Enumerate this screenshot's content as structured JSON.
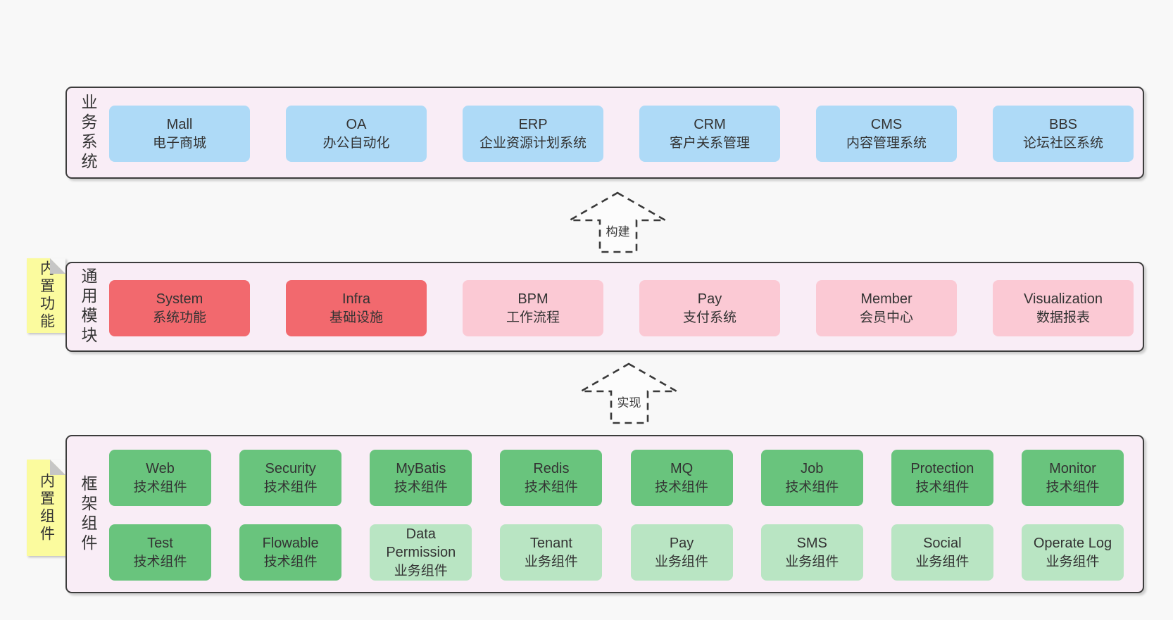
{
  "colors": {
    "page_bg": "#f8f8f8",
    "band_bg": "#f9edf6",
    "band_border": "#3c3c3c",
    "blue": "#aedaf7",
    "red": "#f2696e",
    "pink": "#fbc9d4",
    "green": "#69c47d",
    "green_light": "#b9e5c3",
    "note_bg": "#fbfb9e",
    "note_fold": "#c6c6c6",
    "arrow_stroke": "#3a3a3a",
    "arrow_fill": "#fcfcfc",
    "text": "#333333"
  },
  "bands": [
    {
      "id": "business",
      "label": "业务系统",
      "note": null,
      "rows": [
        [
          {
            "title": "Mall",
            "subtitle": "电子商城",
            "color": "blue"
          },
          {
            "title": "OA",
            "subtitle": "办公自动化",
            "color": "blue"
          },
          {
            "title": "ERP",
            "subtitle": "企业资源计划系统",
            "color": "blue"
          },
          {
            "title": "CRM",
            "subtitle": "客户关系管理",
            "color": "blue"
          },
          {
            "title": "CMS",
            "subtitle": "内容管理系统",
            "color": "blue"
          },
          {
            "title": "BBS",
            "subtitle": "论坛社区系统",
            "color": "blue"
          }
        ]
      ]
    },
    {
      "id": "modules",
      "label": "通用模块",
      "note": "内置功能",
      "rows": [
        [
          {
            "title": "System",
            "subtitle": "系统功能",
            "color": "red"
          },
          {
            "title": "Infra",
            "subtitle": "基础设施",
            "color": "red"
          },
          {
            "title": "BPM",
            "subtitle": "工作流程",
            "color": "pink"
          },
          {
            "title": "Pay",
            "subtitle": "支付系统",
            "color": "pink"
          },
          {
            "title": "Member",
            "subtitle": "会员中心",
            "color": "pink"
          },
          {
            "title": "Visualization",
            "subtitle": "数据报表",
            "color": "pink"
          }
        ]
      ]
    },
    {
      "id": "components",
      "label": "框架组件",
      "note": "内置组件",
      "rows": [
        [
          {
            "title": "Web",
            "subtitle": "技术组件",
            "color": "green"
          },
          {
            "title": "Security",
            "subtitle": "技术组件",
            "color": "green"
          },
          {
            "title": "MyBatis",
            "subtitle": "技术组件",
            "color": "green"
          },
          {
            "title": "Redis",
            "subtitle": "技术组件",
            "color": "green"
          },
          {
            "title": "MQ",
            "subtitle": "技术组件",
            "color": "green"
          },
          {
            "title": "Job",
            "subtitle": "技术组件",
            "color": "green"
          },
          {
            "title": "Protection",
            "subtitle": "技术组件",
            "color": "green"
          },
          {
            "title": "Monitor",
            "subtitle": "技术组件",
            "color": "green"
          }
        ],
        [
          {
            "title": "Test",
            "subtitle": "技术组件",
            "color": "green"
          },
          {
            "title": "Flowable",
            "subtitle": "技术组件",
            "color": "green"
          },
          {
            "title": "Data Permission",
            "subtitle": "业务组件",
            "color": "green-light"
          },
          {
            "title": "Tenant",
            "subtitle": "业务组件",
            "color": "green-light"
          },
          {
            "title": "Pay",
            "subtitle": "业务组件",
            "color": "green-light"
          },
          {
            "title": "SMS",
            "subtitle": "业务组件",
            "color": "green-light"
          },
          {
            "title": "Social",
            "subtitle": "业务组件",
            "color": "green-light"
          },
          {
            "title": "Operate Log",
            "subtitle": "业务组件",
            "color": "green-light"
          }
        ]
      ]
    }
  ],
  "arrows": [
    {
      "label": "构建"
    },
    {
      "label": "实现"
    }
  ]
}
